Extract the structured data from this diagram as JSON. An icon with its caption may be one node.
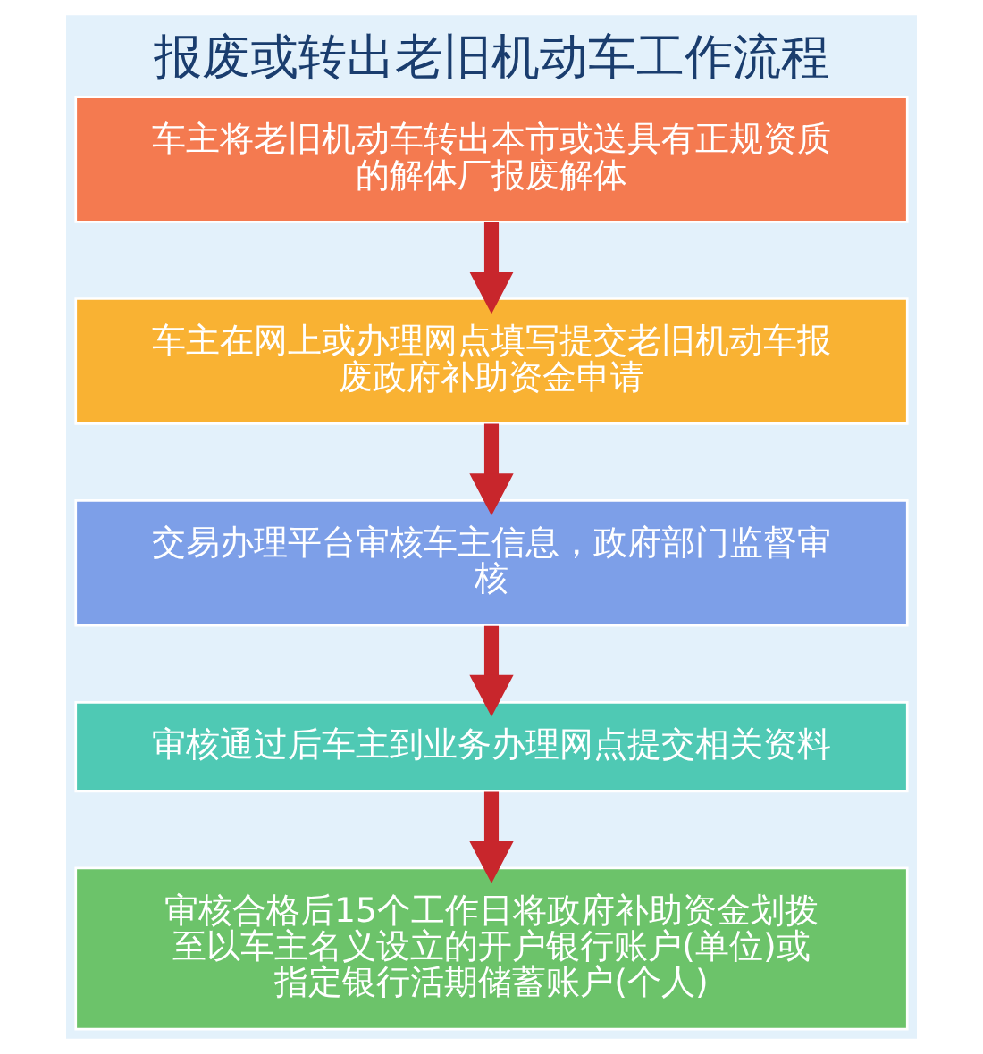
{
  "diagram": {
    "title": "报废或转出老旧机动车工作流程",
    "nodes": [
      {
        "text": [
          "车主将老旧机动车转出本市或送具有正规资质的解体厂报废解体"
        ]
      },
      {
        "text": [
          "车主在网上或办理网点填写提交老旧机动车报废政府补助资金申请"
        ]
      },
      {
        "text": [
          "交易办理平台审核车主信息，政府部门监督审核"
        ]
      },
      {
        "text": [
          "审核通过后车主到业务办理网点提交相关资料"
        ]
      },
      {
        "text": [
          "审核合格后15个工作日将政府补助资金划拨至以车主名义设立的开户银行账户(单位)或指定银行活期储蓄账户(个人)"
        ]
      }
    ],
    "edges": [
      {
        "from": 0,
        "to": 1,
        "arrow": "to"
      },
      {
        "from": 1,
        "to": 2,
        "arrow": "to"
      },
      {
        "from": 2,
        "to": 3,
        "arrow": "to"
      },
      {
        "from": 3,
        "to": 4,
        "arrow": "to"
      }
    ]
  }
}
